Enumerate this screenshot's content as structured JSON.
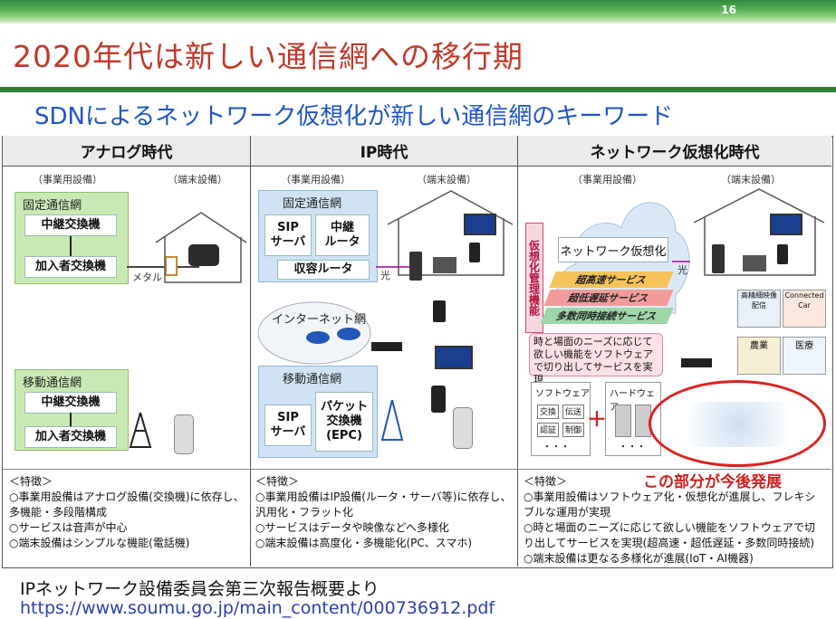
{
  "slide": {
    "page_number": "16",
    "title": "2020年代は新しい通信網への移行期",
    "subtitle": "SDNによるネットワーク仮想化が新しい通信網のキーワード"
  },
  "columns": [
    {
      "heading": "アナログ時代",
      "provider_label": "（事業用設備）",
      "terminal_label": "（端末設備）",
      "fixed_net": {
        "title": "固定通信網",
        "box1": "中継交換機",
        "box2": "加入者交換機"
      },
      "wire_label": "メタル",
      "mobile_net": {
        "title": "移動通信網",
        "box1": "中継交換機",
        "box2": "加入者交換機"
      },
      "features_title": "＜特徴＞",
      "features": [
        "○事業用設備はアナログ設備(交換機)に依存し、多機能・多段階構成",
        "○サービスは音声が中心",
        "○端末設備はシンプルな機能(電話機)"
      ]
    },
    {
      "heading": "IP時代",
      "provider_label": "（事業用設備）",
      "terminal_label": "（端末設備）",
      "fixed_net": {
        "title": "固定通信網",
        "sip": "SIP\nサーバ",
        "relay_router": "中継\nルータ",
        "access_router": "収容ルータ"
      },
      "fiber_label": "光",
      "internet_label": "インターネット網",
      "mobile_net": {
        "title": "移動通信網",
        "sip": "SIP\nサーバ",
        "epc": "パケット\n交換機\n(EPC)"
      },
      "features_title": "＜特徴＞",
      "features": [
        "○事業用設備はIP設備(ルータ・サーバ等)に依存し、汎用化・フラット化",
        "○サービスはデータや映像などへ多様化",
        "○端末設備は高度化・多機能化(PC、スマホ)"
      ]
    },
    {
      "heading": "ネットワーク仮想化時代",
      "provider_label": "（事業用設備）",
      "terminal_label": "（端末設備）",
      "mgmt_label": "仮想化管理機能",
      "cloud_label": "ネットワーク仮想化",
      "fiber_label": "光",
      "layers": [
        "超高速サービス",
        "超低遅延サービス",
        "多数同時接続サービス"
      ],
      "slice_note": "時と場面のニーズに応じて欲しい機能をソフトウェアで切り出してサービスを実現",
      "software_label": "ソフトウェア",
      "hardware_label": "ハードウェア",
      "sw_items": [
        "交換",
        "伝送",
        "認証",
        "制御"
      ],
      "dots": "・・・",
      "plus": "＋",
      "iot_labels": [
        "高精細映像配信",
        "Connected Car",
        "農業",
        "医療"
      ],
      "callout": "この部分が今後発展",
      "features_title": "＜特徴＞",
      "features": [
        "○事業用設備はソフトウェア化・仮想化が進展し、フレキシブルな運用が実現",
        "○時と場面のニーズに応じて欲しい機能をソフトウェアで切り出してサービスを実現(超高速・超低遅延・多数同時接続)",
        "○端末設備は更なる多様化が進展(IoT・AI機器)"
      ]
    }
  ],
  "footer": {
    "source": "IPネットワーク設備委員会第三次報告概要より",
    "url": "https://www.soumu.go.jp/main_content/000736912.pdf"
  },
  "colors": {
    "title": "#c0392b",
    "subtitle": "#1e54c8",
    "accent_green": "#2e7d32",
    "callout": "#d21f1f"
  }
}
